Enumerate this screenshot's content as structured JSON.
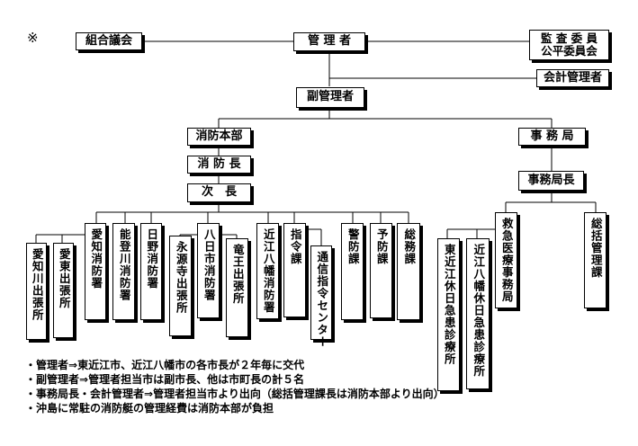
{
  "mark": "※",
  "org": {
    "assembly": "組合議会",
    "administrator": "管 理 者",
    "audit": [
      "監 査 委 員",
      "公平委員会"
    ],
    "accounting": "会計管理者",
    "vice_administrator": "副管理者",
    "fire_hq": "消防本部",
    "secretariat": "事 務 局",
    "fire_chief": "消 防 長",
    "deputy": "次　長",
    "secretariat_chief": "事務局長",
    "fire_units": [
      {
        "lines": [
          "愛知川出張所"
        ]
      },
      {
        "lines": [
          "愛東出張所"
        ]
      },
      {
        "lines": [
          "愛知消防署"
        ]
      },
      {
        "lines": [
          "能登川消防署"
        ]
      },
      {
        "lines": [
          "日野消防署"
        ]
      },
      {
        "lines": [
          "永源寺出張所"
        ]
      },
      {
        "lines": [
          "八日市消防署"
        ]
      },
      {
        "lines": [
          "竜王出張所"
        ]
      },
      {
        "lines": [
          "近江八幡消防署"
        ]
      },
      {
        "lines": [
          "指令課"
        ]
      },
      {
        "lines": [
          "通信指令センター"
        ]
      },
      {
        "lines": [
          "警防課"
        ]
      },
      {
        "lines": [
          "予防課"
        ]
      },
      {
        "lines": [
          "総務課"
        ]
      }
    ],
    "secretariat_units": [
      {
        "lines": [
          "東近江休日急患診療所"
        ]
      },
      {
        "lines": [
          "近江八幡休日急患診療所"
        ]
      },
      {
        "lines": [
          "救急医療事務局"
        ]
      },
      {
        "lines": [
          "総括管理課"
        ]
      }
    ]
  },
  "notes": [
    "管理者⇒東近江市、近江八幡市の各市長が２年毎に交代",
    "副管理者⇒管理者担当市は副市長、他は市町長の計５名",
    "事務局長・会計管理者⇒管理者担当市より出向（総括管理課長は消防本部より出向）",
    "沖島に常駐の消防艇の管理経費は消防本部が負担"
  ]
}
